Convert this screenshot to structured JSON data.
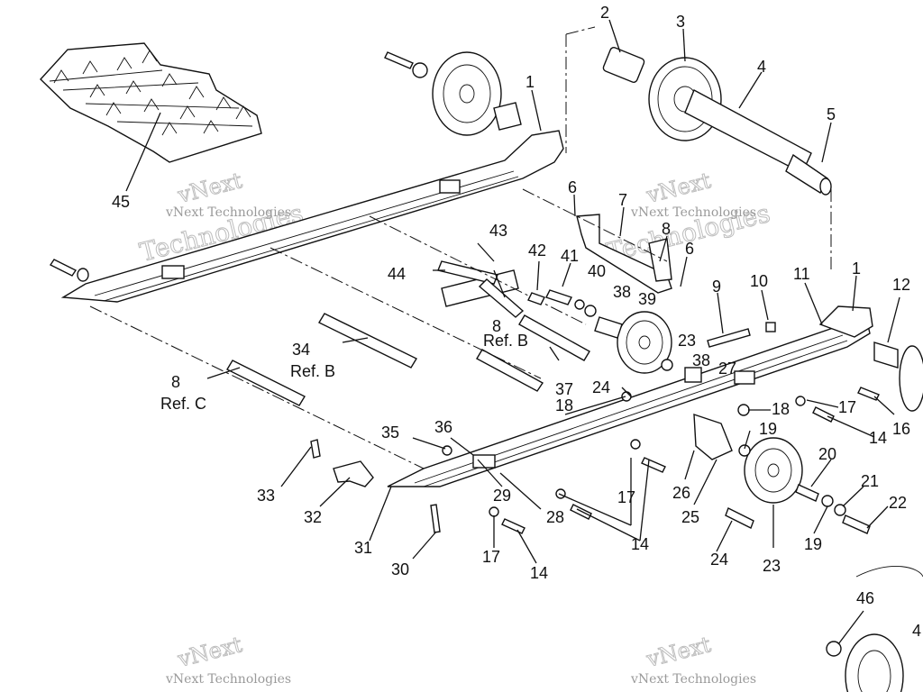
{
  "watermark": {
    "line1": "vNext",
    "line2": "Technologies",
    "caption": "vNext Technologies"
  },
  "callouts": [
    {
      "id": "c1a",
      "text": "1"
    },
    {
      "id": "c1b",
      "text": "1"
    },
    {
      "id": "c2",
      "text": "2"
    },
    {
      "id": "c3",
      "text": "3"
    },
    {
      "id": "c4",
      "text": "4"
    },
    {
      "id": "c5",
      "text": "5"
    },
    {
      "id": "c6a",
      "text": "6"
    },
    {
      "id": "c6b",
      "text": "6"
    },
    {
      "id": "c7",
      "text": "7"
    },
    {
      "id": "c8a",
      "text": "8"
    },
    {
      "id": "c8b",
      "text": "8"
    },
    {
      "id": "c8c",
      "text": "8"
    },
    {
      "id": "c9",
      "text": "9"
    },
    {
      "id": "c10",
      "text": "10"
    },
    {
      "id": "c11",
      "text": "11"
    },
    {
      "id": "c12",
      "text": "12"
    },
    {
      "id": "c14a",
      "text": "14"
    },
    {
      "id": "c14b",
      "text": "14"
    },
    {
      "id": "c14c",
      "text": "14"
    },
    {
      "id": "c16",
      "text": "16"
    },
    {
      "id": "c17a",
      "text": "17"
    },
    {
      "id": "c17b",
      "text": "17"
    },
    {
      "id": "c17c",
      "text": "17"
    },
    {
      "id": "c18a",
      "text": "18"
    },
    {
      "id": "c18b",
      "text": "18"
    },
    {
      "id": "c19a",
      "text": "19"
    },
    {
      "id": "c19b",
      "text": "19"
    },
    {
      "id": "c20",
      "text": "20"
    },
    {
      "id": "c21",
      "text": "21"
    },
    {
      "id": "c22",
      "text": "22"
    },
    {
      "id": "c23a",
      "text": "23"
    },
    {
      "id": "c23b",
      "text": "23"
    },
    {
      "id": "c24a",
      "text": "24"
    },
    {
      "id": "c24b",
      "text": "24"
    },
    {
      "id": "c25",
      "text": "25"
    },
    {
      "id": "c26",
      "text": "26"
    },
    {
      "id": "c27",
      "text": "27"
    },
    {
      "id": "c28",
      "text": "28"
    },
    {
      "id": "c29",
      "text": "29"
    },
    {
      "id": "c30",
      "text": "30"
    },
    {
      "id": "c31",
      "text": "31"
    },
    {
      "id": "c32",
      "text": "32"
    },
    {
      "id": "c33",
      "text": "33"
    },
    {
      "id": "c34",
      "text": "34"
    },
    {
      "id": "c35",
      "text": "35"
    },
    {
      "id": "c36",
      "text": "36"
    },
    {
      "id": "c37",
      "text": "37"
    },
    {
      "id": "c38a",
      "text": "38"
    },
    {
      "id": "c38b",
      "text": "38"
    },
    {
      "id": "c39",
      "text": "39"
    },
    {
      "id": "c40",
      "text": "40"
    },
    {
      "id": "c41",
      "text": "41"
    },
    {
      "id": "c42",
      "text": "42"
    },
    {
      "id": "c43",
      "text": "43"
    },
    {
      "id": "c44",
      "text": "44"
    },
    {
      "id": "c45",
      "text": "45"
    },
    {
      "id": "c46",
      "text": "46"
    },
    {
      "id": "c4b",
      "text": "4"
    }
  ],
  "refs": [
    {
      "id": "refB1",
      "text": "Ref. B"
    },
    {
      "id": "refB2",
      "text": "Ref. B"
    },
    {
      "id": "refC",
      "text": "Ref. C"
    }
  ]
}
